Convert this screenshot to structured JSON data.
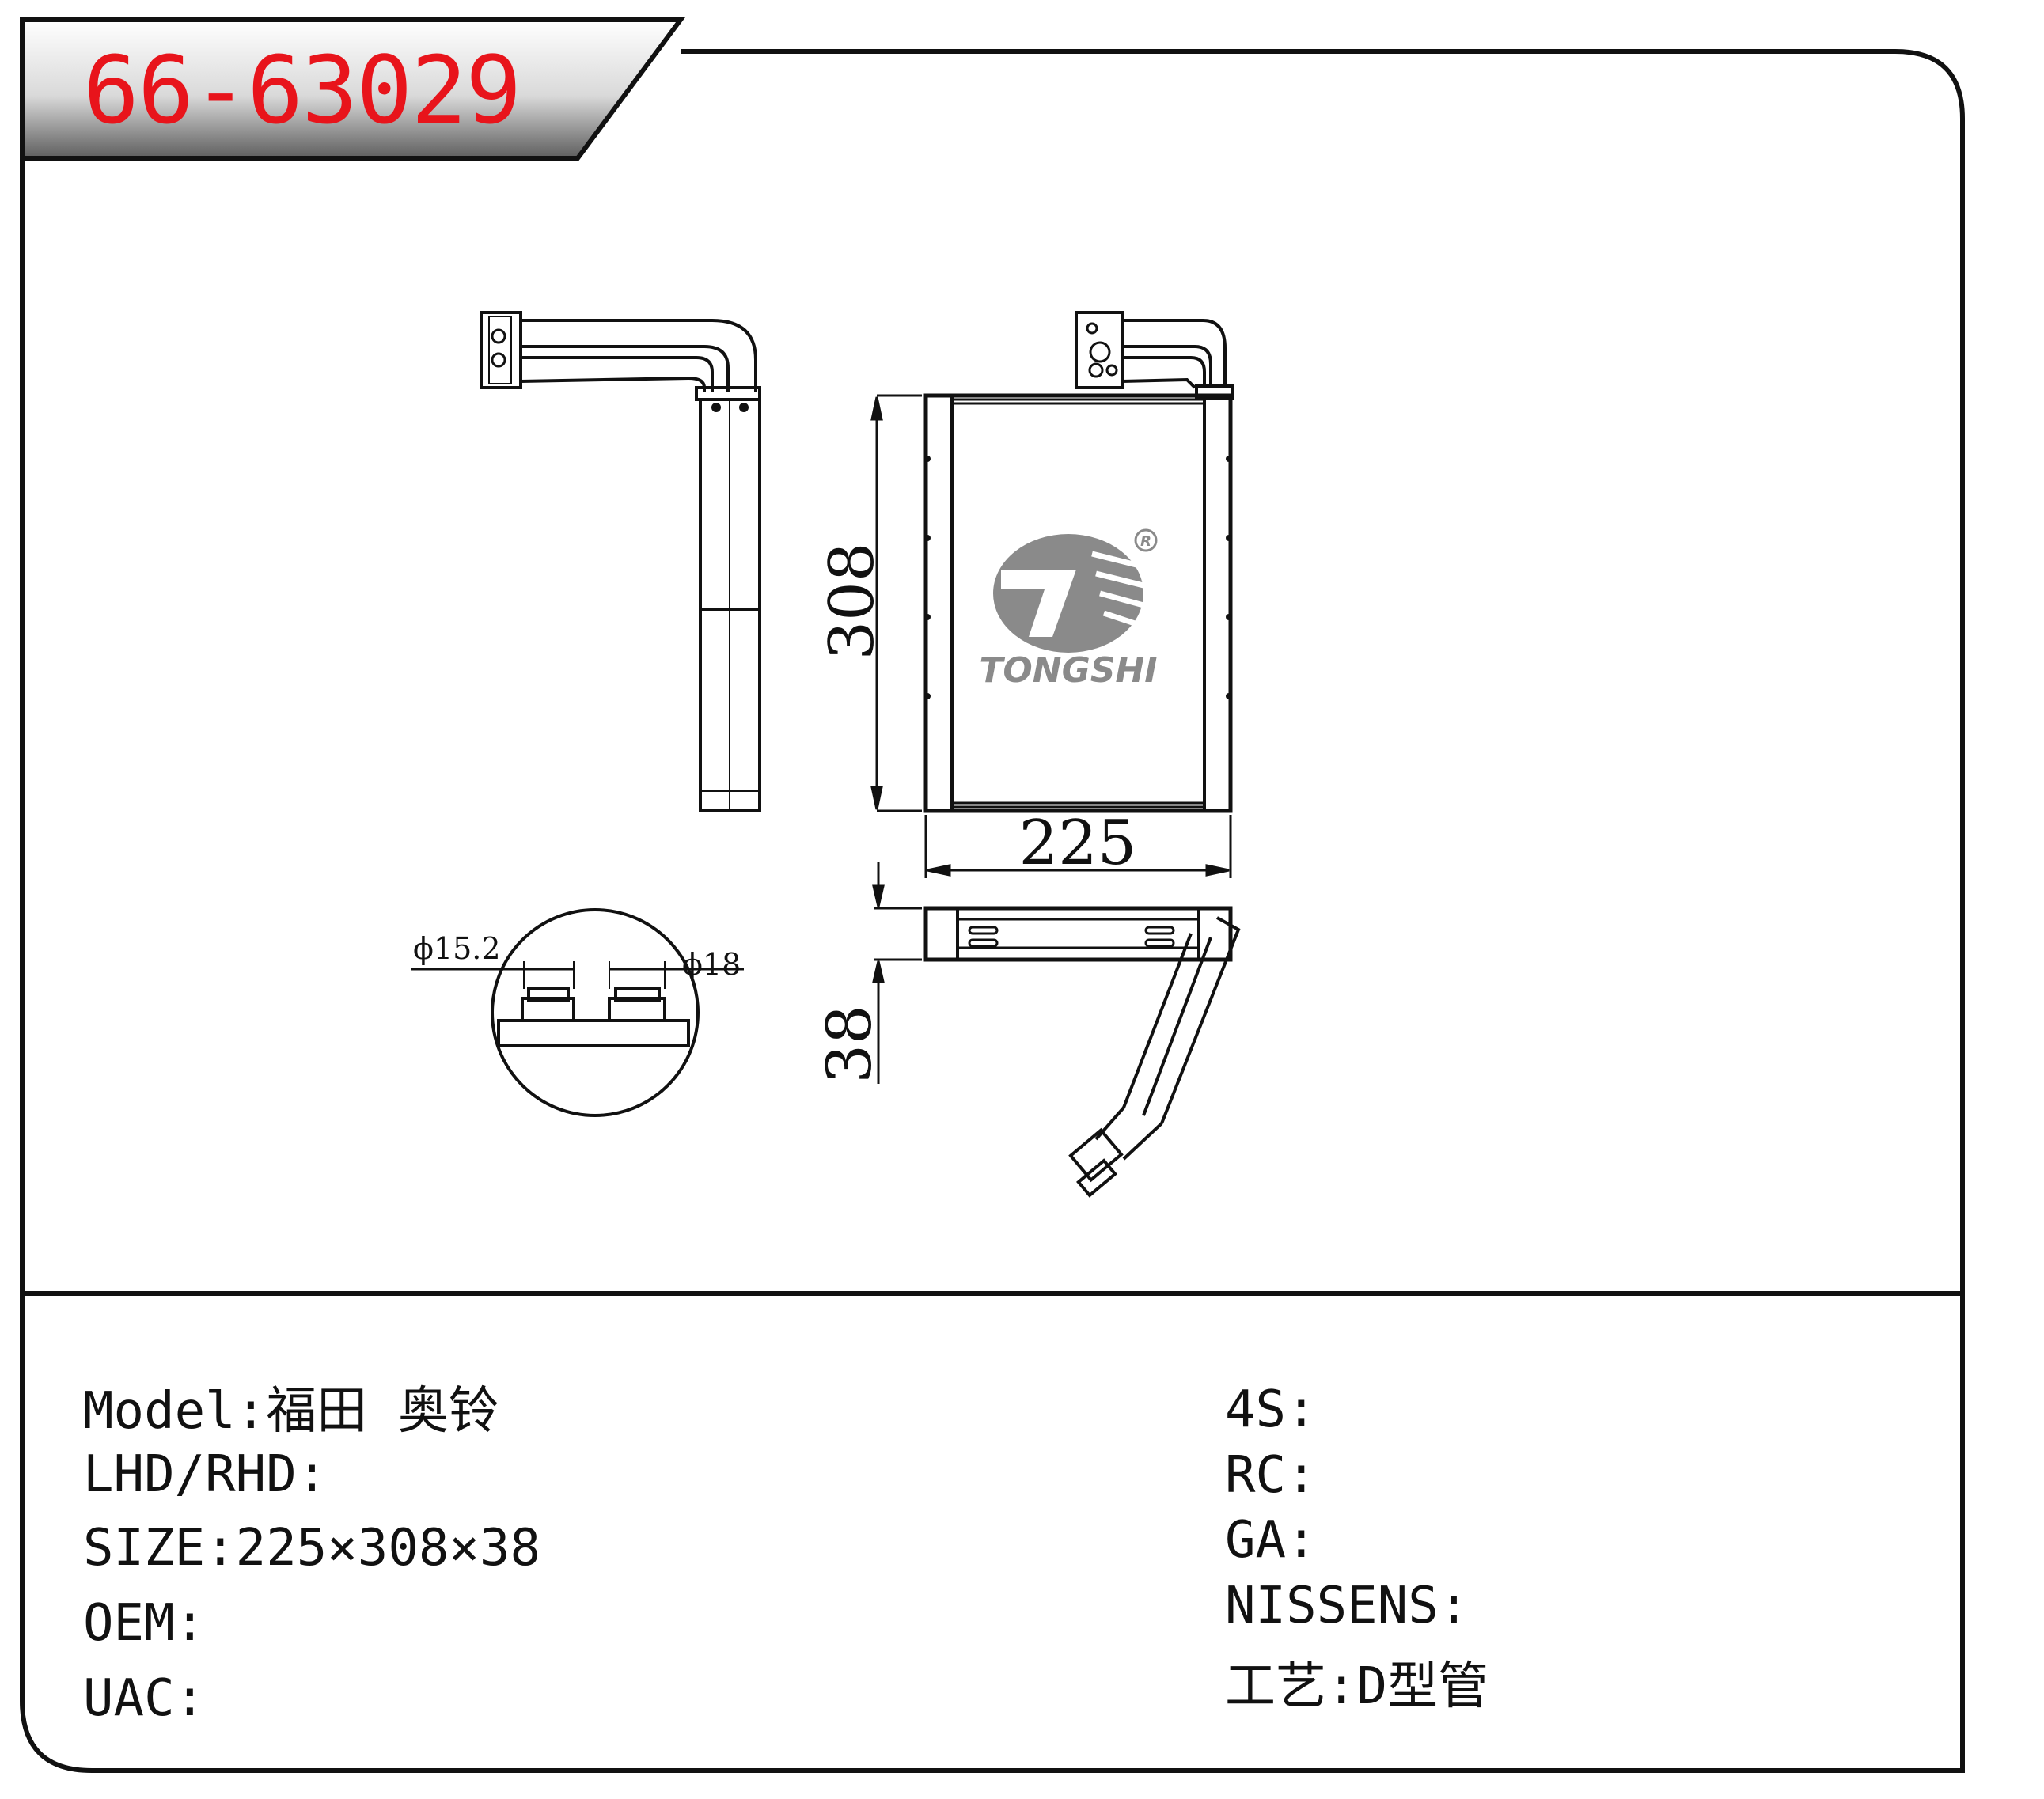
{
  "part_number": "66-63029",
  "drawing": {
    "dim_height": "308",
    "dim_width": "225",
    "dim_depth": "38",
    "dia_left": "ϕ15.2",
    "dia_right": "ϕ18",
    "logo_text": "TONGSHI",
    "registered_mark": "R"
  },
  "specs_left": [
    {
      "label": "Model:",
      "value": "福田 奥铃"
    },
    {
      "label": "LHD/RHD:",
      "value": ""
    },
    {
      "label": "SIZE:",
      "value": "225×308×38"
    },
    {
      "label": "OEM:",
      "value": ""
    },
    {
      "label": "UAC:",
      "value": ""
    }
  ],
  "specs_right": [
    {
      "label": "4S:",
      "value": ""
    },
    {
      "label": "RC:",
      "value": ""
    },
    {
      "label": "GA:",
      "value": ""
    },
    {
      "label": "NISSENS:",
      "value": ""
    },
    {
      "label": "工艺:",
      "value": "D型管"
    }
  ],
  "colors": {
    "accent": "#e8141b",
    "line": "#111111",
    "logo_gray": "#8a8a8a"
  }
}
